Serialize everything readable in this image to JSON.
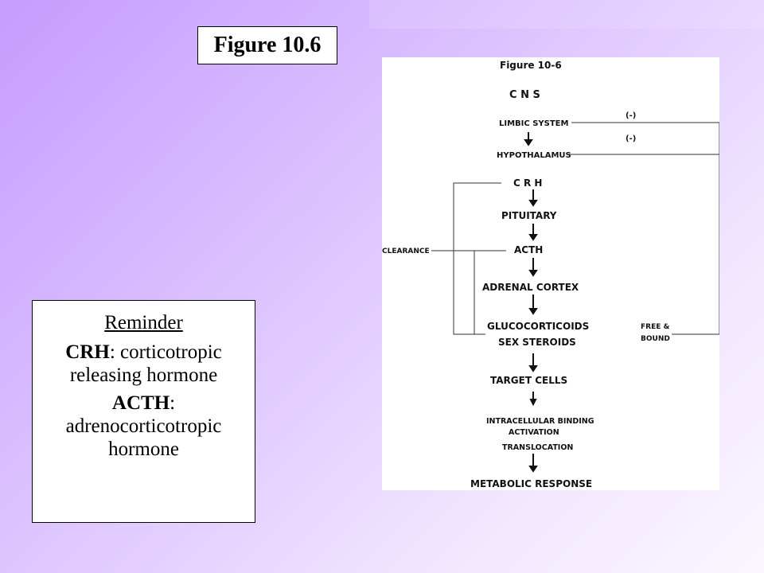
{
  "slide_title": "Figure 10.6",
  "reminder": {
    "heading": "Reminder",
    "crh_abbr": "CRH",
    "crh_def": ": corticotropic releasing hormone",
    "acth_abbr": "ACTH",
    "acth_def": ": adrenocorticotropic hormone"
  },
  "diagram": {
    "title": "Figure 10-6",
    "nodes": {
      "cns": "C N S",
      "limbic": "LIMBIC SYSTEM",
      "hypothalamus": "HYPOTHALAMUS",
      "crh": "C R H",
      "pituitary": "PITUITARY",
      "acth": "ACTH",
      "adrenal": "ADRENAL CORTEX",
      "gluco1": "GLUCOCORTICOIDS",
      "gluco2": "SEX STEROIDS",
      "target": "TARGET CELLS",
      "intra1": "INTRACELLULAR BINDING",
      "intra2": "ACTIVATION",
      "intra3": "TRANSLOCATION",
      "metabolic": "METABOLIC RESPONSE"
    },
    "side_labels": {
      "neg1": "(-)",
      "neg2": "(-)",
      "clearance": "CLEARANCE",
      "free1": "FREE &",
      "free2": "BOUND"
    }
  }
}
